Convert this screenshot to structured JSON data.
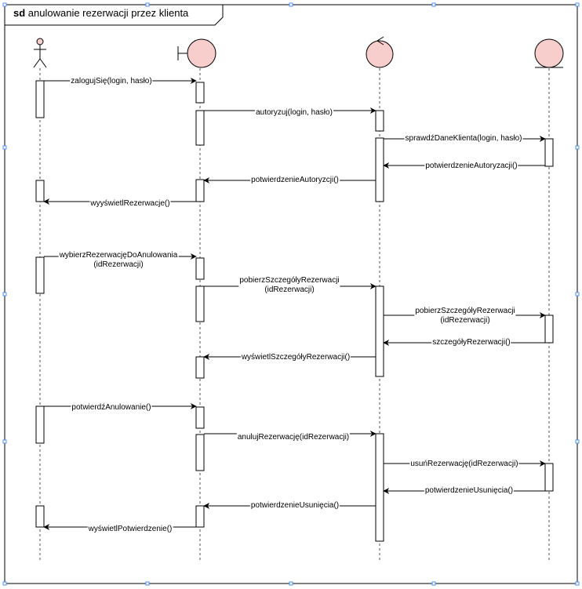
{
  "frame": {
    "keyword": "sd",
    "title": "anulowanie rezerwacji przez klienta"
  },
  "colors": {
    "stroke": "#000000",
    "lifeline": "#555555",
    "participant_fill": "#f8cecc",
    "participant_stroke": "#000000",
    "selection_handle": "#4d90fe",
    "background": "#ffffff"
  },
  "participants": [
    {
      "id": "actor",
      "kind": "actor"
    },
    {
      "id": "boundary",
      "kind": "boundary"
    },
    {
      "id": "control",
      "kind": "control"
    },
    {
      "id": "entity",
      "kind": "entity"
    }
  ],
  "messages": [
    {
      "id": "m1",
      "from": "actor",
      "to": "boundary",
      "kind": "call",
      "label": "zalogujSię(login, hasło)"
    },
    {
      "id": "m2",
      "from": "boundary",
      "to": "control",
      "kind": "call",
      "label": "autoryzuj(login, hasło)"
    },
    {
      "id": "m3",
      "from": "control",
      "to": "entity",
      "kind": "call",
      "label": "sprawdźDaneKlienta(login, hasło)"
    },
    {
      "id": "m4",
      "from": "entity",
      "to": "control",
      "kind": "return",
      "label": "potwierdzenieAutoryzacji()"
    },
    {
      "id": "m5",
      "from": "control",
      "to": "boundary",
      "kind": "return",
      "label": "potwierdzenieAutoryzcji()"
    },
    {
      "id": "m6",
      "from": "boundary",
      "to": "actor",
      "kind": "return",
      "label": "wyyświetlRezerwacje()"
    },
    {
      "id": "m7",
      "from": "actor",
      "to": "boundary",
      "kind": "call",
      "label": "wybierzRezerwacjęDoAnulowania\n(idRezerwacji)"
    },
    {
      "id": "m8",
      "from": "boundary",
      "to": "control",
      "kind": "call",
      "label": "pobierzSzczegółyRezerwacji\n(idRezerwacji)"
    },
    {
      "id": "m9",
      "from": "control",
      "to": "entity",
      "kind": "call",
      "label": "pobierzSzczegółyRezerwacji\n(idRezerwacji)"
    },
    {
      "id": "m10",
      "from": "entity",
      "to": "control",
      "kind": "return",
      "label": "szczegółyRezerwacji()"
    },
    {
      "id": "m11",
      "from": "control",
      "to": "boundary",
      "kind": "return",
      "label": "wyświetlSzczegółyRezerwacji()"
    },
    {
      "id": "m12",
      "from": "actor",
      "to": "boundary",
      "kind": "call",
      "label": "potwierdźAnulowanie()"
    },
    {
      "id": "m13",
      "from": "boundary",
      "to": "control",
      "kind": "call",
      "label": "anulujRezerwację(idRezerwacji)"
    },
    {
      "id": "m14",
      "from": "control",
      "to": "entity",
      "kind": "call",
      "label": "usuńRezerwację(idRezerwacji)"
    },
    {
      "id": "m15",
      "from": "entity",
      "to": "control",
      "kind": "return",
      "label": "potwierdzenieUsunięcia()"
    },
    {
      "id": "m16",
      "from": "control",
      "to": "boundary",
      "kind": "return",
      "label": "potwierdzenieUsunięcia()"
    },
    {
      "id": "m17",
      "from": "boundary",
      "to": "actor",
      "kind": "return",
      "label": "wyświetlPotwierdzenie()"
    }
  ]
}
